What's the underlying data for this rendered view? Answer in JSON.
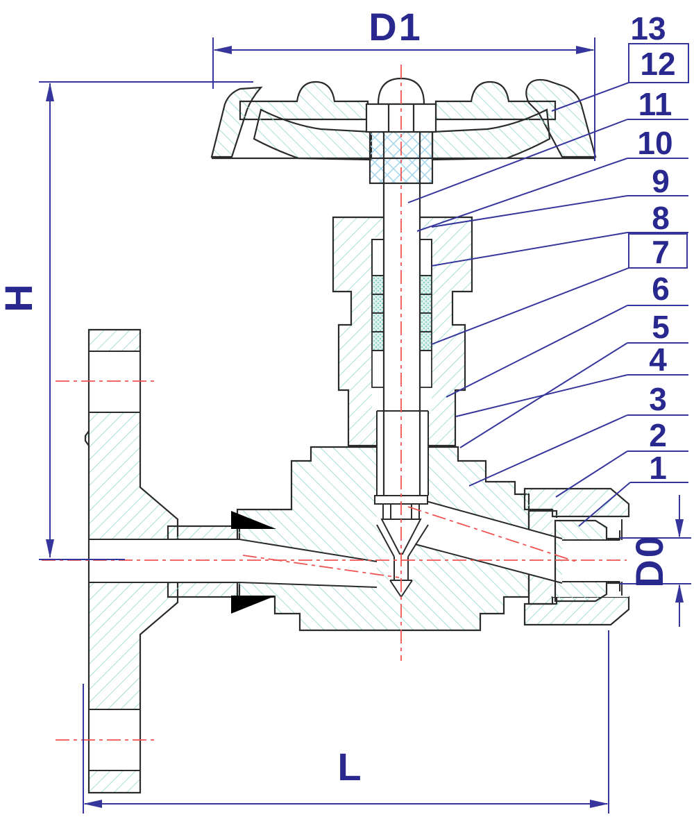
{
  "drawing": {
    "type": "needle-valve-sectional-drawing",
    "dimension_labels": {
      "width_top": "D1",
      "height_left": "H",
      "length_bottom": "L",
      "bore_right": "D0"
    },
    "parts": [
      {
        "num": "13",
        "boxed": false
      },
      {
        "num": "12",
        "boxed": true
      },
      {
        "num": "11",
        "boxed": false
      },
      {
        "num": "10",
        "boxed": false
      },
      {
        "num": "9",
        "boxed": false
      },
      {
        "num": "8",
        "boxed": false
      },
      {
        "num": "7",
        "boxed": true
      },
      {
        "num": "6",
        "boxed": false
      },
      {
        "num": "5",
        "boxed": false
      },
      {
        "num": "4",
        "boxed": false
      },
      {
        "num": "3",
        "boxed": false
      },
      {
        "num": "2",
        "boxed": false
      },
      {
        "num": "1",
        "boxed": false
      }
    ],
    "colors": {
      "annotation_text": "#28288e",
      "annotation_line": "#35359b",
      "outline": "#2b2b2b",
      "hatch": "#9bdcd2",
      "thread_crosshatch": "#a8d8ee",
      "packing_dots": "#7ecdc3",
      "centerline": "#ef5350",
      "weld_fill": "#000000",
      "background": "#ffffff"
    }
  }
}
